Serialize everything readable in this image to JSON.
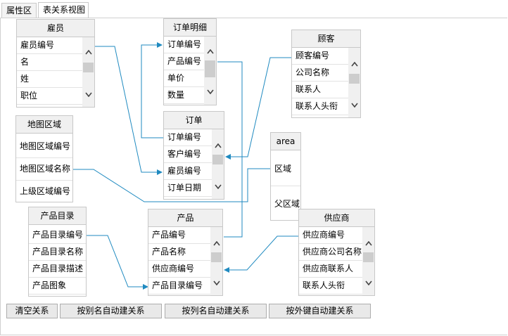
{
  "tabs": [
    {
      "label": "属性区"
    },
    {
      "label": "表关系视图"
    }
  ],
  "tables": {
    "employee": {
      "title": "雇员",
      "fields": [
        "雇员编号",
        "名",
        "姓",
        "职位"
      ]
    },
    "order_detail": {
      "title": "订单明细",
      "fields": [
        "订单编号",
        "产品编号",
        "单价",
        "数量"
      ]
    },
    "customer": {
      "title": "顾客",
      "fields": [
        "顾客编号",
        "公司名称",
        "联系人",
        "联系人头衔"
      ]
    },
    "map_region": {
      "title": "地图区域",
      "fields": [
        "地图区域编号",
        "地图区域名称",
        "上级区域编号"
      ]
    },
    "order": {
      "title": "订单",
      "fields": [
        "订单编号",
        "客户编号",
        "雇员编号",
        "订单日期"
      ]
    },
    "area": {
      "title": "area",
      "fields": [
        "区域",
        "父区域"
      ]
    },
    "product_catalog": {
      "title": "产品目录",
      "fields": [
        "产品目录编号",
        "产品目录名称",
        "产品目录描述",
        "产品图象"
      ]
    },
    "product": {
      "title": "产品",
      "fields": [
        "产品编号",
        "产品名称",
        "供应商编号",
        "产品目录编号"
      ]
    },
    "supplier": {
      "title": "供应商",
      "fields": [
        "供应商编号",
        "供应商公司名称",
        "供应商联系人",
        "联系人头衔"
      ]
    }
  },
  "buttons": {
    "clear": "清空关系",
    "by_alias": "按别名自动建关系",
    "by_column": "按列名自动建关系",
    "by_fk": "按外键自动建关系"
  },
  "colors": {
    "relation_line": "#1f8ac0",
    "header_bg": "#f0f0f0",
    "scroll_thumb": "#cdcdcd"
  }
}
